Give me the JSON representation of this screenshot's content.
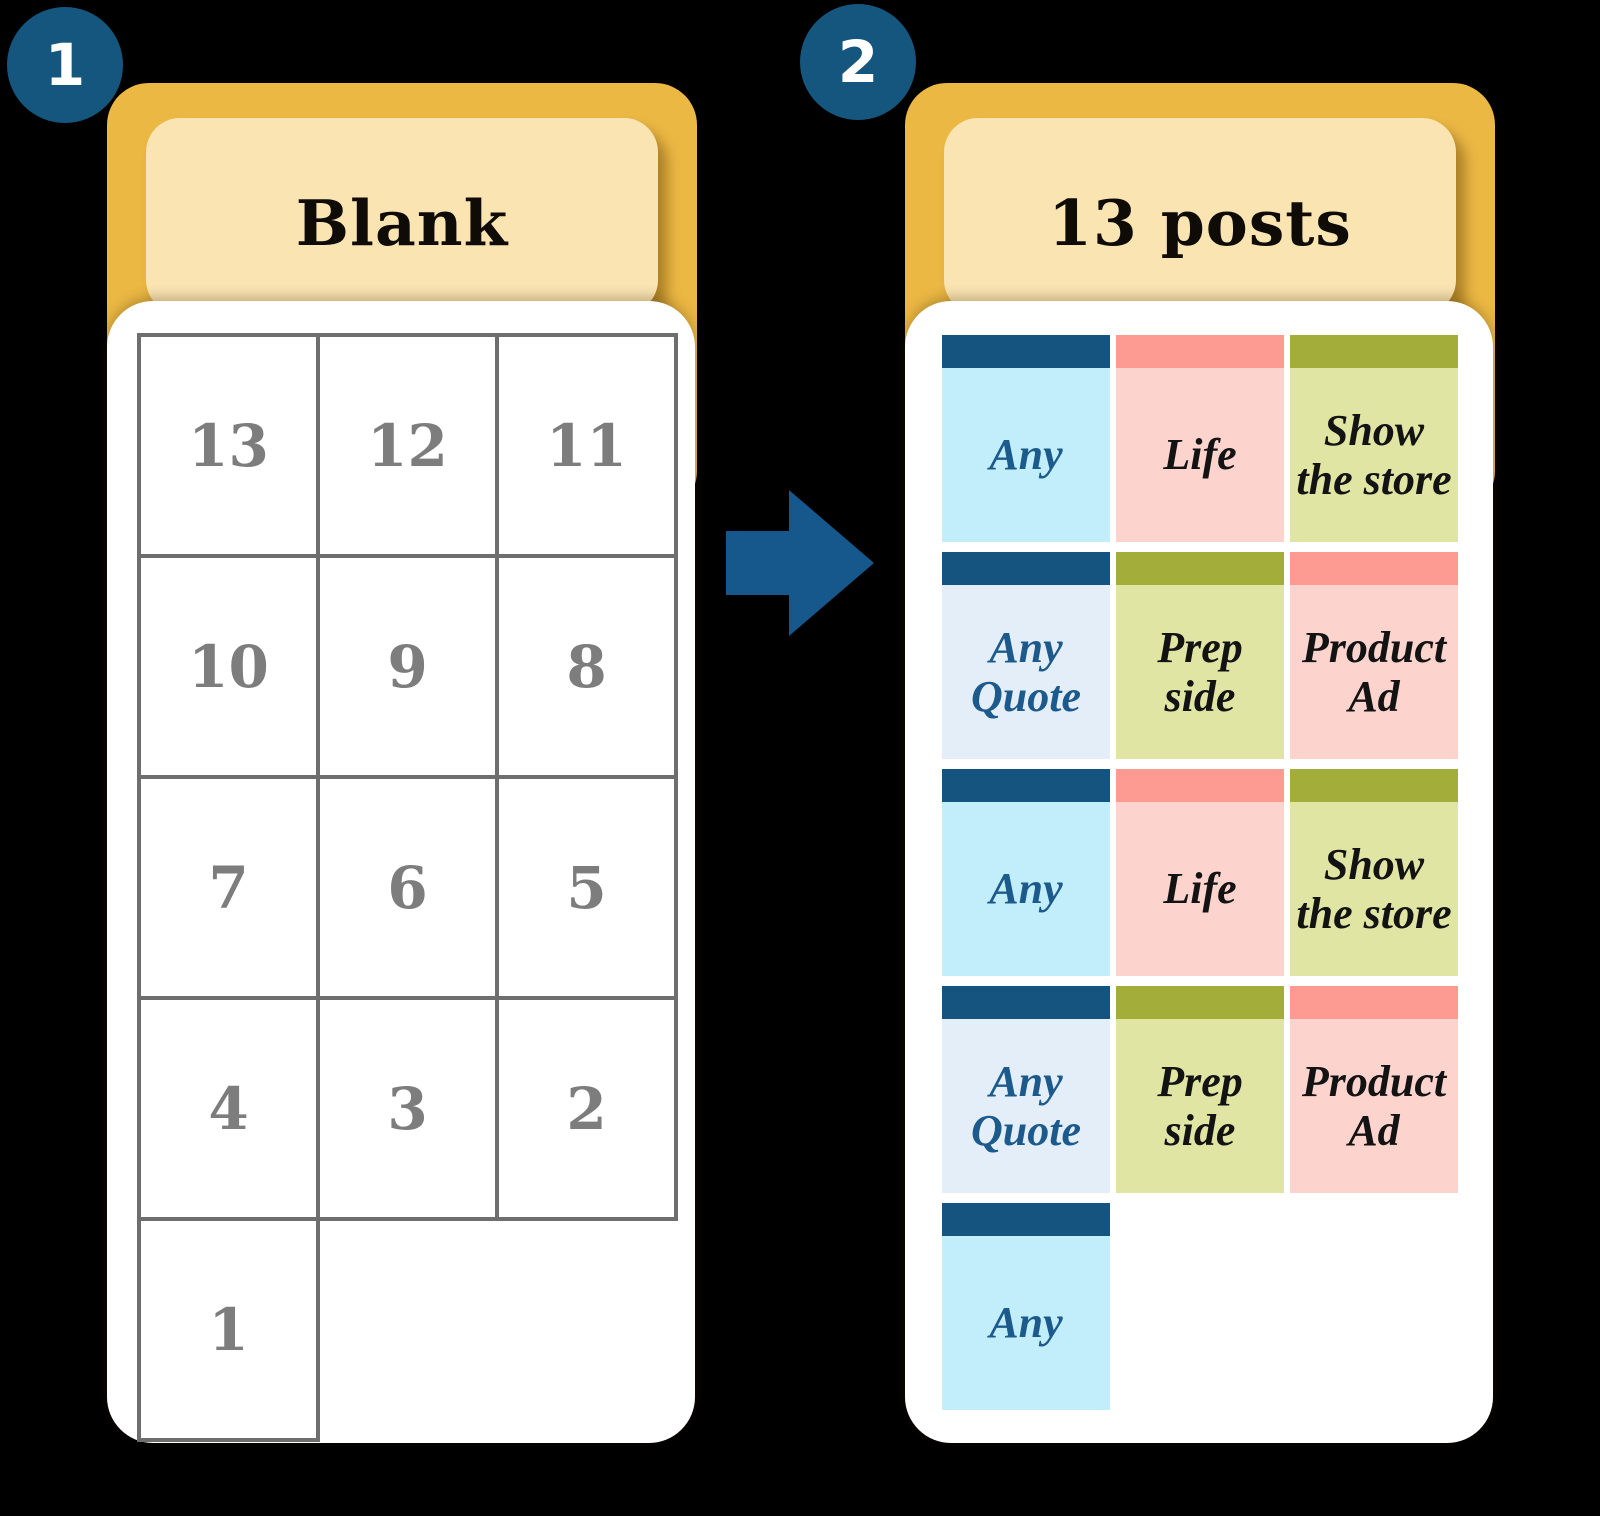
{
  "scene": {
    "background": "#000000",
    "description_colors": {
      "badge": "#15567E",
      "badge_text": "#FFFFFF",
      "gold_card": "#EBB844",
      "cream_header": "#FAE4B2",
      "white_card": "#FFFFFF",
      "grid_border": "#6E6E6E",
      "grid_number_text": "#7D7D7D",
      "title_text": "#0F0C08",
      "arrow": "#16588C"
    }
  },
  "arrow": {
    "icon": "right-arrow",
    "color": "#16588C"
  },
  "panels": [
    {
      "badge": "1",
      "title": "Blank",
      "grid_numbers": [
        [
          "13",
          "12",
          "11"
        ],
        [
          "10",
          "9",
          "8"
        ],
        [
          "7",
          "6",
          "5"
        ],
        [
          "4",
          "3",
          "2"
        ],
        [
          "1",
          null,
          null
        ]
      ]
    },
    {
      "badge": "2",
      "title": "13 posts",
      "posts": [
        {
          "label": "Any",
          "bar": "#15547F",
          "body": "#C2EEFB",
          "text_color": "#1D5A8C"
        },
        {
          "label": "Life",
          "bar": "#FD9B93",
          "body": "#FDD3CE",
          "text_color": "#131313"
        },
        {
          "label": "Show the store",
          "bar": "#A3AD39",
          "body": "#E0E5A3",
          "text_color": "#131313"
        },
        {
          "label": "Any Quote",
          "bar": "#15547F",
          "body": "#E4EEF9",
          "text_color": "#1D5A8C"
        },
        {
          "label": "Prep side",
          "bar": "#A3AD39",
          "body": "#E0E5A3",
          "text_color": "#131313"
        },
        {
          "label": "Product Ad",
          "bar": "#FD9B93",
          "body": "#FDD3CE",
          "text_color": "#131313"
        },
        {
          "label": "Any",
          "bar": "#15547F",
          "body": "#C2EEFB",
          "text_color": "#1D5A8C"
        },
        {
          "label": "Life",
          "bar": "#FD9B93",
          "body": "#FDD3CE",
          "text_color": "#131313"
        },
        {
          "label": "Show the store",
          "bar": "#A3AD39",
          "body": "#E0E5A3",
          "text_color": "#131313"
        },
        {
          "label": "Any Quote",
          "bar": "#15547F",
          "body": "#E4EEF9",
          "text_color": "#1D5A8C"
        },
        {
          "label": "Prep side",
          "bar": "#A3AD39",
          "body": "#E0E5A3",
          "text_color": "#131313"
        },
        {
          "label": "Product Ad",
          "bar": "#FD9B93",
          "body": "#FDD3CE",
          "text_color": "#131313"
        },
        {
          "label": "Any",
          "bar": "#15547F",
          "body": "#C2EEFB",
          "text_color": "#1D5A8C"
        }
      ]
    }
  ]
}
